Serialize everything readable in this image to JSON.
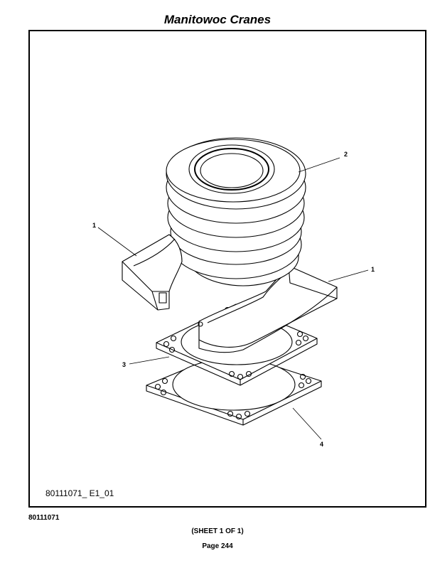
{
  "header": {
    "title": "Manitowoc Cranes"
  },
  "drawing": {
    "id_label": "80111071_ E1_01",
    "callouts": {
      "c1a": "1",
      "c1b": "1",
      "c2": "2",
      "c3": "3",
      "c4": "4"
    }
  },
  "footer": {
    "doc_number": "80111071",
    "sheet": "(SHEET 1 OF 1)",
    "page": "Page 244"
  }
}
